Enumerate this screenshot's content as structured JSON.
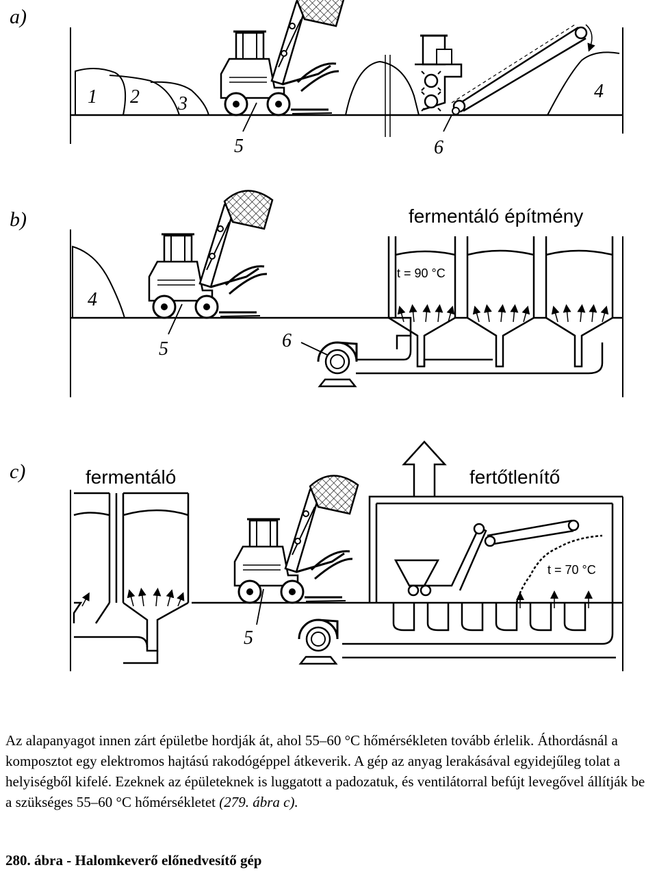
{
  "figure": {
    "panel_a": {
      "letter": "a)",
      "pile_labels": [
        "1",
        "2",
        "3",
        "4"
      ],
      "loader_label": "5",
      "mixer_label": "6"
    },
    "panel_b": {
      "letter": "b)",
      "title": "fermentáló építmény",
      "temperature": "t = 90 °C",
      "pile_label": "4",
      "loader_label": "5",
      "fan_label": "6"
    },
    "panel_c": {
      "letter": "c)",
      "left_title": "fermentáló",
      "right_title": "fertőtlenítő",
      "temperature": "t = 70 °C",
      "loader_label": "5"
    }
  },
  "caption": {
    "text": "Az alapanyagot innen zárt épületbe hordják át, ahol 55–60 °C hőmérsékleten tovább érlelik. Áthordásnál a komposztot egy elektromos hajtású rakodógéppel átkeverik. A gép az anyag lerakásával egyidejűleg tolat a helyiségből kifelé. Ezeknek az épületeknek is luggatott a padozatuk, és ventilátorral befújt levegővel állítják be a szükséges 55–60 °C hőmérsékletet",
    "reference": "(279. ábra c)."
  },
  "figure_title": "280. ábra - Halomkeverő előnedvesítő gép",
  "colors": {
    "ink": "#000000",
    "paper": "#ffffff"
  }
}
